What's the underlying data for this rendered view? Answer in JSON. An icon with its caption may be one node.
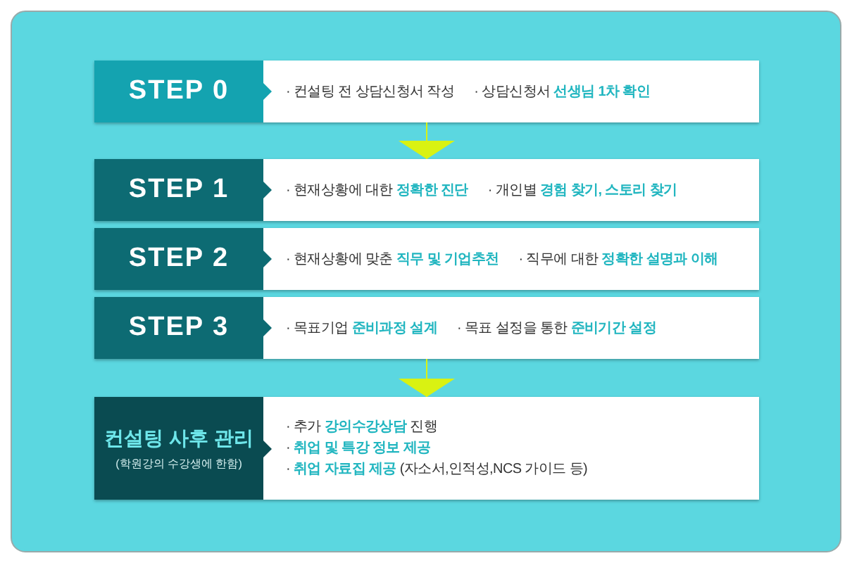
{
  "diagram": {
    "nodes": [
      {
        "text": [
          "STEP 0",
          "· 컨설팅 전 상담신청서 작성",
          "· 상담신청서 **선생님 1차 확인**"
        ]
      },
      {
        "text": [
          "STEP 1",
          "· 현재상황에 대한 **정확한 진단**",
          "· 개인별 **경험 찾기, 스토리 찾기**"
        ]
      },
      {
        "text": [
          "STEP 2",
          "· 현재상황에 맞춘 **직무 및 기업추천**",
          "· 직무에 대한 **정확한 설명과 이해**"
        ]
      },
      {
        "text": [
          "STEP 3",
          "· 목표기업 **준비과정 설계**",
          "· 목표 설정을 통한 **준비기간 설정**"
        ]
      },
      {
        "text": [
          "컨설팅 사후 관리",
          "(학원강의 수강생에 한함)",
          "· 추가 **강의수강상담** 진행",
          "· **취업 및 특강 정보 제공**",
          "· **취업 자료집 제공** (자소서,인적성,NCS 가이드 등)"
        ]
      }
    ],
    "edges": [
      {
        "from": 0,
        "to": 1,
        "arrow": "to"
      },
      {
        "from": 3,
        "to": 4,
        "arrow": "to"
      }
    ]
  }
}
